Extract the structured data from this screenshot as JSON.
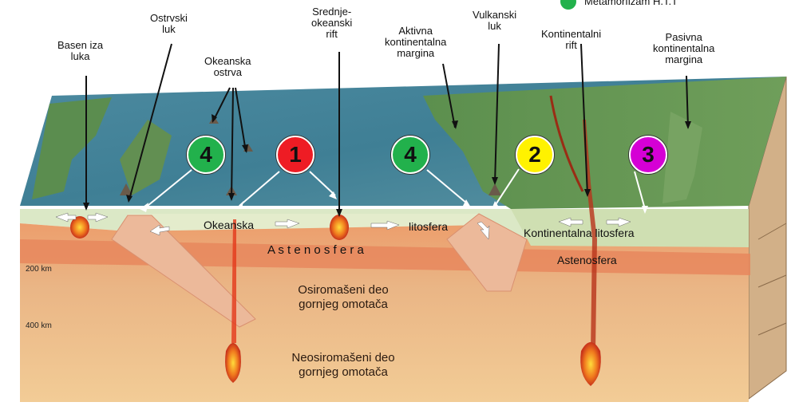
{
  "labels": {
    "basen_iza_luka": [
      "Basen iza",
      "luka"
    ],
    "ostrvski_luk": [
      "Ostrvski",
      "luk"
    ],
    "okeanska_ostrva": [
      "Okeanska",
      "ostrva"
    ],
    "srednje_okeanski_rift": [
      "Srednje-",
      "okeanski",
      "rift"
    ],
    "aktivna_margina": [
      "Aktivna",
      "kontinentalna",
      "margina"
    ],
    "vulkanski_luk": [
      "Vulkanski",
      "luk"
    ],
    "kontinentalni_rift": [
      "Kontinentalni",
      "rift"
    ],
    "pasivna_margina": [
      "Pasivna",
      "kontinentalna",
      "margina"
    ]
  },
  "top_right_text": "Metamorfizam H.T.T",
  "badges": [
    {
      "number": "4",
      "color": "#22b14c"
    },
    {
      "number": "1",
      "color": "#ee1c24"
    },
    {
      "number": "4",
      "color": "#22b14c"
    },
    {
      "number": "2",
      "color": "#fff200"
    },
    {
      "number": "3",
      "color": "#d500d5"
    }
  ],
  "section": {
    "okeanska": "Okeanska",
    "litosfera": "litosfera",
    "kontinentalna_litosfera": "Kontinentalna litosfera",
    "astenosfera_spaced": "A s t e n o s f e r a",
    "astenosfera": "Astenosfera",
    "osiromaseni": [
      "Osiromašeni deo",
      "gornjeg omotača"
    ],
    "neosiromaseni": [
      "Neosiromašeni deo",
      "gornjeg omotača"
    ],
    "depth_200": "200 km",
    "depth_400": "400 km"
  },
  "colors": {
    "ocean": "#3f7f95",
    "land": "#4f8a4a",
    "lithosphere": "#d9e6c4",
    "asthenosphere": "#e98a5c",
    "mantle": "#e9b27e",
    "deep_mantle": "#f0c48c",
    "magma": "#e4381a"
  }
}
